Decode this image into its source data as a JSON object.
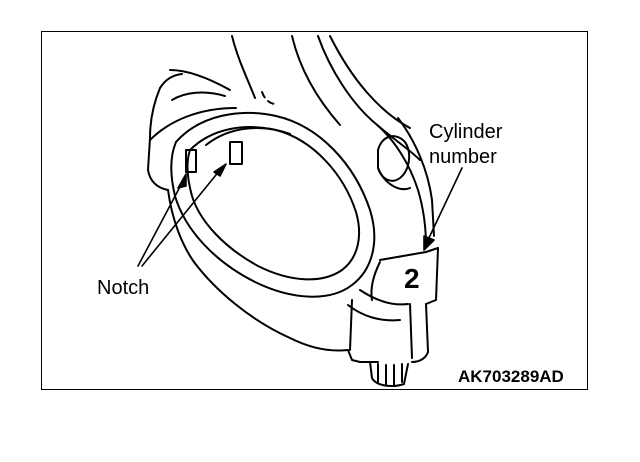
{
  "labels": {
    "cylinder_number_line1": "Cylinder",
    "cylinder_number_line2": "number",
    "notch": "Notch",
    "figure_code": "AK703289AD"
  },
  "stamp_text": "2",
  "colors": {
    "line": "#000000",
    "background": "#ffffff"
  }
}
